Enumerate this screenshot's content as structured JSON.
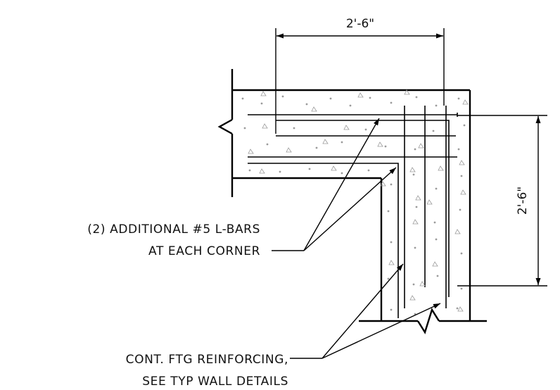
{
  "dimensions": {
    "horizontal": "2'-6\"",
    "vertical": "2'-6\""
  },
  "notes": {
    "lbars_line1": "(2) ADDITIONAL #5 L-BARS",
    "lbars_line2": "AT EACH CORNER",
    "ftg_line1": "CONT. FTG REINFORCING,",
    "ftg_line2": "SEE TYP WALL DETAILS"
  },
  "colors": {
    "linework": "#000000",
    "concrete_speckle": "#9a9a9a"
  }
}
